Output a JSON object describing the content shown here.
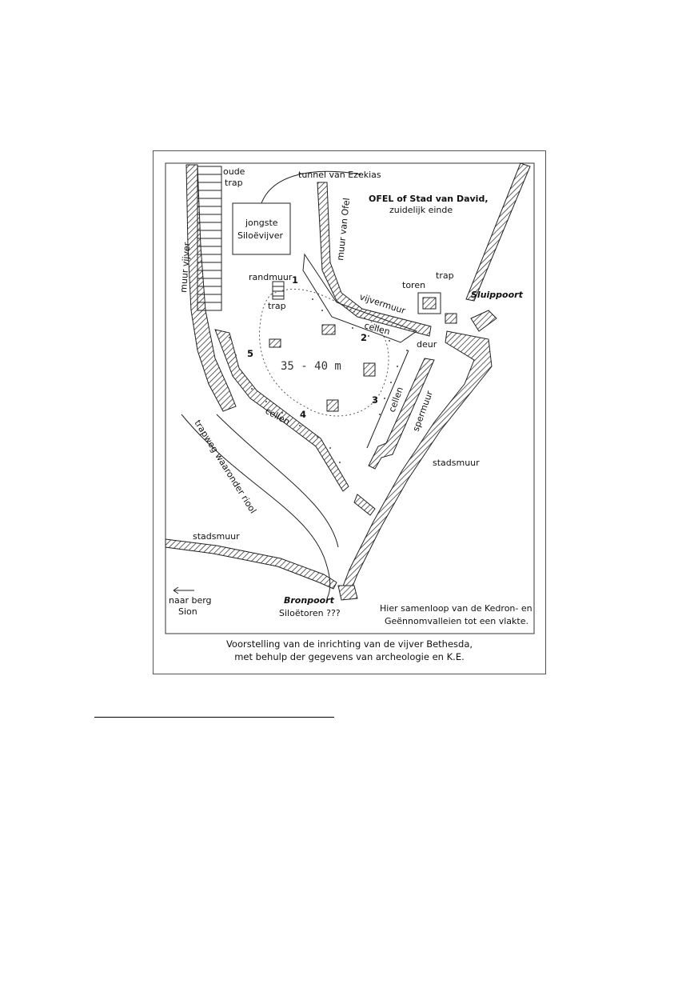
{
  "figure": {
    "labels": {
      "oude_trap": [
        "oude",
        "trap"
      ],
      "tunnel": "tunnel van Ezekias",
      "ofel_title": "OFEL of Stad van David,",
      "ofel_sub": "zuidelijk einde",
      "jongste": [
        "jongste",
        "Siloëvijver"
      ],
      "muur_van_ofel": "muur van Ofel",
      "muur_vijver": "muur vijver",
      "randmuur": "randmuur",
      "trap_left": "trap",
      "trap_right": "trap",
      "toren": "toren",
      "sluippoort": "Sluippoort",
      "vijvermuur": "vijvermuur",
      "cellen_top": "cellen",
      "cellen_right": "cellen",
      "cellen_bottom": "cellen",
      "deur": "deur",
      "spermuur": "spermuur",
      "stadsmuur_right": "stadsmuur",
      "stadsmuur_left": "stadsmuur",
      "trapweg": "trapweg waaronder riool",
      "dimension": "35 - 40 m",
      "naar_berg": [
        "naar berg",
        "Sion"
      ],
      "bronpoort": "Bronpoort",
      "siloetoren": "Siloëtoren ???",
      "samenloop": [
        "Hier samenloop van de Kedron- en",
        "Geënnomvalleien tot een vlakte."
      ],
      "numbers": [
        "1",
        "2",
        "3",
        "4",
        "5"
      ]
    },
    "caption": [
      "Voorstelling van de inrichting van de vijver Bethesda,",
      "met behulp der gegevens van archeologie en K.E."
    ]
  }
}
